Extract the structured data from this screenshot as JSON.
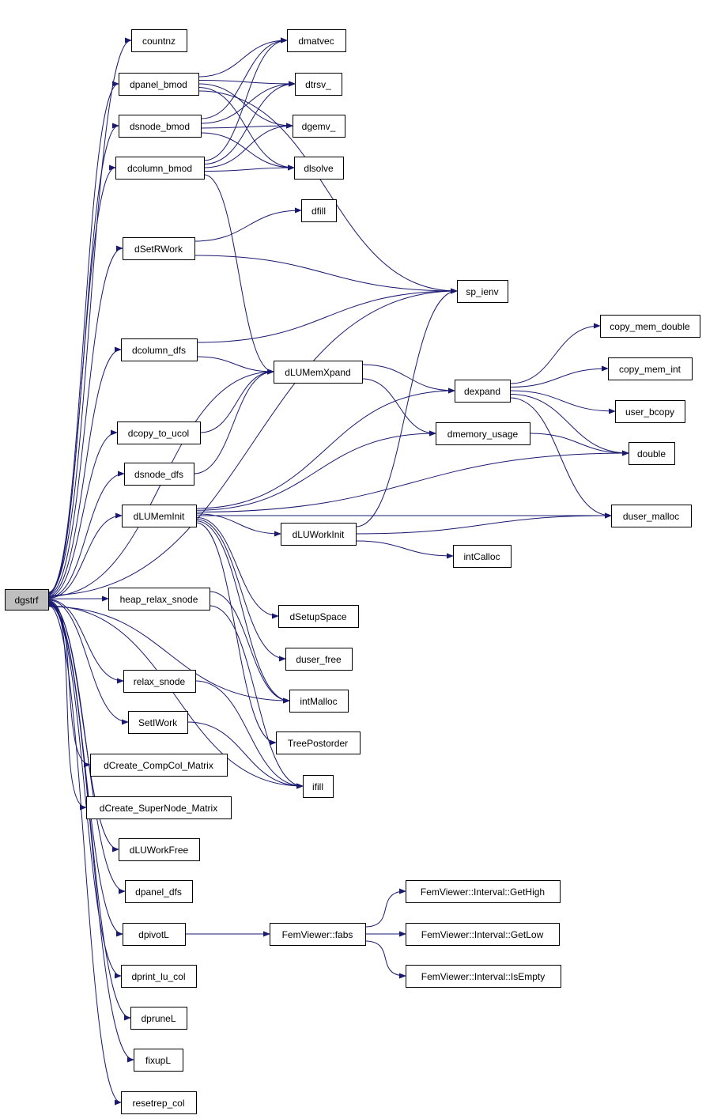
{
  "diagram": {
    "edge_color": "#191970",
    "root_fill": "#bfbfbf",
    "nodes": [
      {
        "id": "dgstrf",
        "label": "dgstrf",
        "root": true
      },
      {
        "id": "countnz",
        "label": "countnz"
      },
      {
        "id": "dpanel_bmod",
        "label": "dpanel_bmod"
      },
      {
        "id": "dsnode_bmod",
        "label": "dsnode_bmod"
      },
      {
        "id": "dcolumn_bmod",
        "label": "dcolumn_bmod"
      },
      {
        "id": "dmatvec",
        "label": "dmatvec"
      },
      {
        "id": "dtrsv_",
        "label": "dtrsv_"
      },
      {
        "id": "dgemv_",
        "label": "dgemv_"
      },
      {
        "id": "dlsolve",
        "label": "dlsolve"
      },
      {
        "id": "dfill",
        "label": "dfill"
      },
      {
        "id": "dSetRWork",
        "label": "dSetRWork"
      },
      {
        "id": "sp_ienv",
        "label": "sp_ienv"
      },
      {
        "id": "dcolumn_dfs",
        "label": "dcolumn_dfs"
      },
      {
        "id": "dLUMemXpand",
        "label": "dLUMemXpand"
      },
      {
        "id": "copy_mem_double",
        "label": "copy_mem_double"
      },
      {
        "id": "copy_mem_int",
        "label": "copy_mem_int"
      },
      {
        "id": "dexpand",
        "label": "dexpand"
      },
      {
        "id": "user_bcopy",
        "label": "user_bcopy"
      },
      {
        "id": "dcopy_to_ucol",
        "label": "dcopy_to_ucol"
      },
      {
        "id": "dmemory_usage",
        "label": "dmemory_usage"
      },
      {
        "id": "double",
        "label": "double"
      },
      {
        "id": "dsnode_dfs",
        "label": "dsnode_dfs"
      },
      {
        "id": "dLUMemInit",
        "label": "dLUMemInit"
      },
      {
        "id": "duser_malloc",
        "label": "duser_malloc"
      },
      {
        "id": "dLUWorkInit",
        "label": "dLUWorkInit"
      },
      {
        "id": "intCalloc",
        "label": "intCalloc"
      },
      {
        "id": "heap_relax_snode",
        "label": "heap_relax_snode"
      },
      {
        "id": "dSetupSpace",
        "label": "dSetupSpace"
      },
      {
        "id": "duser_free",
        "label": "duser_free"
      },
      {
        "id": "relax_snode",
        "label": "relax_snode"
      },
      {
        "id": "intMalloc",
        "label": "intMalloc"
      },
      {
        "id": "SetIWork",
        "label": "SetIWork"
      },
      {
        "id": "TreePostorder",
        "label": "TreePostorder"
      },
      {
        "id": "dCreate_CompCol_Matrix",
        "label": "dCreate_CompCol_Matrix"
      },
      {
        "id": "ifill",
        "label": "ifill"
      },
      {
        "id": "dCreate_SuperNode_Matrix",
        "label": "dCreate_SuperNode_Matrix"
      },
      {
        "id": "dLUWorkFree",
        "label": "dLUWorkFree"
      },
      {
        "id": "dpanel_dfs",
        "label": "dpanel_dfs"
      },
      {
        "id": "GetHigh",
        "label": "FemViewer::Interval::GetHigh"
      },
      {
        "id": "dpivotL",
        "label": "dpivotL"
      },
      {
        "id": "fabs",
        "label": "FemViewer::fabs"
      },
      {
        "id": "GetLow",
        "label": "FemViewer::Interval::GetLow"
      },
      {
        "id": "IsEmpty",
        "label": "FemViewer::Interval::IsEmpty"
      },
      {
        "id": "dprint_lu_col",
        "label": "dprint_lu_col"
      },
      {
        "id": "dpruneL",
        "label": "dpruneL"
      },
      {
        "id": "fixupL",
        "label": "fixupL"
      },
      {
        "id": "resetrep_col",
        "label": "resetrep_col"
      }
    ],
    "edges": [
      [
        "dgstrf",
        "countnz"
      ],
      [
        "dgstrf",
        "dpanel_bmod"
      ],
      [
        "dgstrf",
        "dsnode_bmod"
      ],
      [
        "dgstrf",
        "dcolumn_bmod"
      ],
      [
        "dgstrf",
        "dSetRWork"
      ],
      [
        "dgstrf",
        "sp_ienv"
      ],
      [
        "dgstrf",
        "dcolumn_dfs"
      ],
      [
        "dgstrf",
        "dLUMemXpand"
      ],
      [
        "dgstrf",
        "dcopy_to_ucol"
      ],
      [
        "dgstrf",
        "dsnode_dfs"
      ],
      [
        "dgstrf",
        "dLUMemInit"
      ],
      [
        "dgstrf",
        "heap_relax_snode"
      ],
      [
        "dgstrf",
        "relax_snode"
      ],
      [
        "dgstrf",
        "SetIWork"
      ],
      [
        "dgstrf",
        "dCreate_CompCol_Matrix"
      ],
      [
        "dgstrf",
        "dCreate_SuperNode_Matrix"
      ],
      [
        "dgstrf",
        "dLUWorkFree"
      ],
      [
        "dgstrf",
        "dpanel_dfs"
      ],
      [
        "dgstrf",
        "dpivotL"
      ],
      [
        "dgstrf",
        "dprint_lu_col"
      ],
      [
        "dgstrf",
        "dpruneL"
      ],
      [
        "dgstrf",
        "fixupL"
      ],
      [
        "dgstrf",
        "resetrep_col"
      ],
      [
        "dgstrf",
        "ifill"
      ],
      [
        "dgstrf",
        "intMalloc"
      ],
      [
        "dpanel_bmod",
        "dmatvec"
      ],
      [
        "dpanel_bmod",
        "dtrsv_"
      ],
      [
        "dpanel_bmod",
        "dgemv_"
      ],
      [
        "dpanel_bmod",
        "dlsolve"
      ],
      [
        "dpanel_bmod",
        "sp_ienv"
      ],
      [
        "dsnode_bmod",
        "dmatvec"
      ],
      [
        "dsnode_bmod",
        "dtrsv_"
      ],
      [
        "dsnode_bmod",
        "dgemv_"
      ],
      [
        "dsnode_bmod",
        "dlsolve"
      ],
      [
        "dcolumn_bmod",
        "dmatvec"
      ],
      [
        "dcolumn_bmod",
        "dtrsv_"
      ],
      [
        "dcolumn_bmod",
        "dgemv_"
      ],
      [
        "dcolumn_bmod",
        "dlsolve"
      ],
      [
        "dcolumn_bmod",
        "dLUMemXpand"
      ],
      [
        "dSetRWork",
        "dfill"
      ],
      [
        "dSetRWork",
        "sp_ienv"
      ],
      [
        "dcolumn_dfs",
        "sp_ienv"
      ],
      [
        "dcolumn_dfs",
        "dLUMemXpand"
      ],
      [
        "dcopy_to_ucol",
        "dLUMemXpand"
      ],
      [
        "dsnode_dfs",
        "dLUMemXpand"
      ],
      [
        "dLUMemXpand",
        "dexpand"
      ],
      [
        "dLUMemXpand",
        "dmemory_usage"
      ],
      [
        "dexpand",
        "copy_mem_double"
      ],
      [
        "dexpand",
        "copy_mem_int"
      ],
      [
        "dexpand",
        "user_bcopy"
      ],
      [
        "dexpand",
        "double"
      ],
      [
        "dexpand",
        "duser_malloc"
      ],
      [
        "dmemory_usage",
        "double"
      ],
      [
        "dLUMemInit",
        "dexpand"
      ],
      [
        "dLUMemInit",
        "dmemory_usage"
      ],
      [
        "dLUMemInit",
        "double"
      ],
      [
        "dLUMemInit",
        "dLUWorkInit"
      ],
      [
        "dLUMemInit",
        "duser_malloc"
      ],
      [
        "dLUMemInit",
        "dSetupSpace"
      ],
      [
        "dLUMemInit",
        "duser_free"
      ],
      [
        "dLUMemInit",
        "intMalloc"
      ],
      [
        "dLUMemInit",
        "TreePostorder"
      ],
      [
        "dLUWorkInit",
        "sp_ienv"
      ],
      [
        "dLUWorkInit",
        "duser_malloc"
      ],
      [
        "dLUWorkInit",
        "intCalloc"
      ],
      [
        "heap_relax_snode",
        "intMalloc"
      ],
      [
        "heap_relax_snode",
        "ifill"
      ],
      [
        "relax_snode",
        "ifill"
      ],
      [
        "SetIWork",
        "ifill"
      ],
      [
        "dpivotL",
        "fabs"
      ],
      [
        "fabs",
        "GetHigh"
      ],
      [
        "fabs",
        "GetLow"
      ],
      [
        "fabs",
        "IsEmpty"
      ]
    ]
  }
}
